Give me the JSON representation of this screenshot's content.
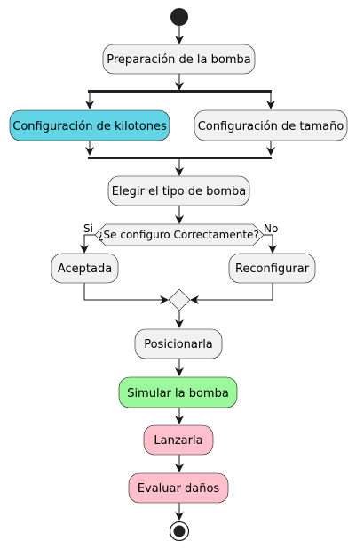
{
  "diagram": {
    "nodes": {
      "prep": {
        "label": "Preparación de la bomba",
        "color": "#F1F1F1"
      },
      "kilotones": {
        "label": "Configuración de kilotones",
        "color": "#61D5E6"
      },
      "tamano": {
        "label": "Configuración de tamaño",
        "color": "#F1F1F1"
      },
      "tipo": {
        "label": "Elegir el tipo de bomba",
        "color": "#F1F1F1"
      },
      "decision": {
        "label": "¿Se configuro Correctamente?",
        "color": "#F1F1F1"
      },
      "aceptada": {
        "label": "Aceptada",
        "color": "#F1F1F1"
      },
      "reconfigurar": {
        "label": "Reconfigurar",
        "color": "#F1F1F1"
      },
      "posicionarla": {
        "label": "Posicionarla",
        "color": "#F1F1F1"
      },
      "simular": {
        "label": "Simular la bomba",
        "color": "#9BF99B"
      },
      "lanzarla": {
        "label": "Lanzarla",
        "color": "#FFC0CB"
      },
      "evaluar": {
        "label": "Evaluar daños",
        "color": "#FFC0CB"
      }
    },
    "branch_labels": {
      "yes": "Si",
      "no": "No"
    }
  }
}
